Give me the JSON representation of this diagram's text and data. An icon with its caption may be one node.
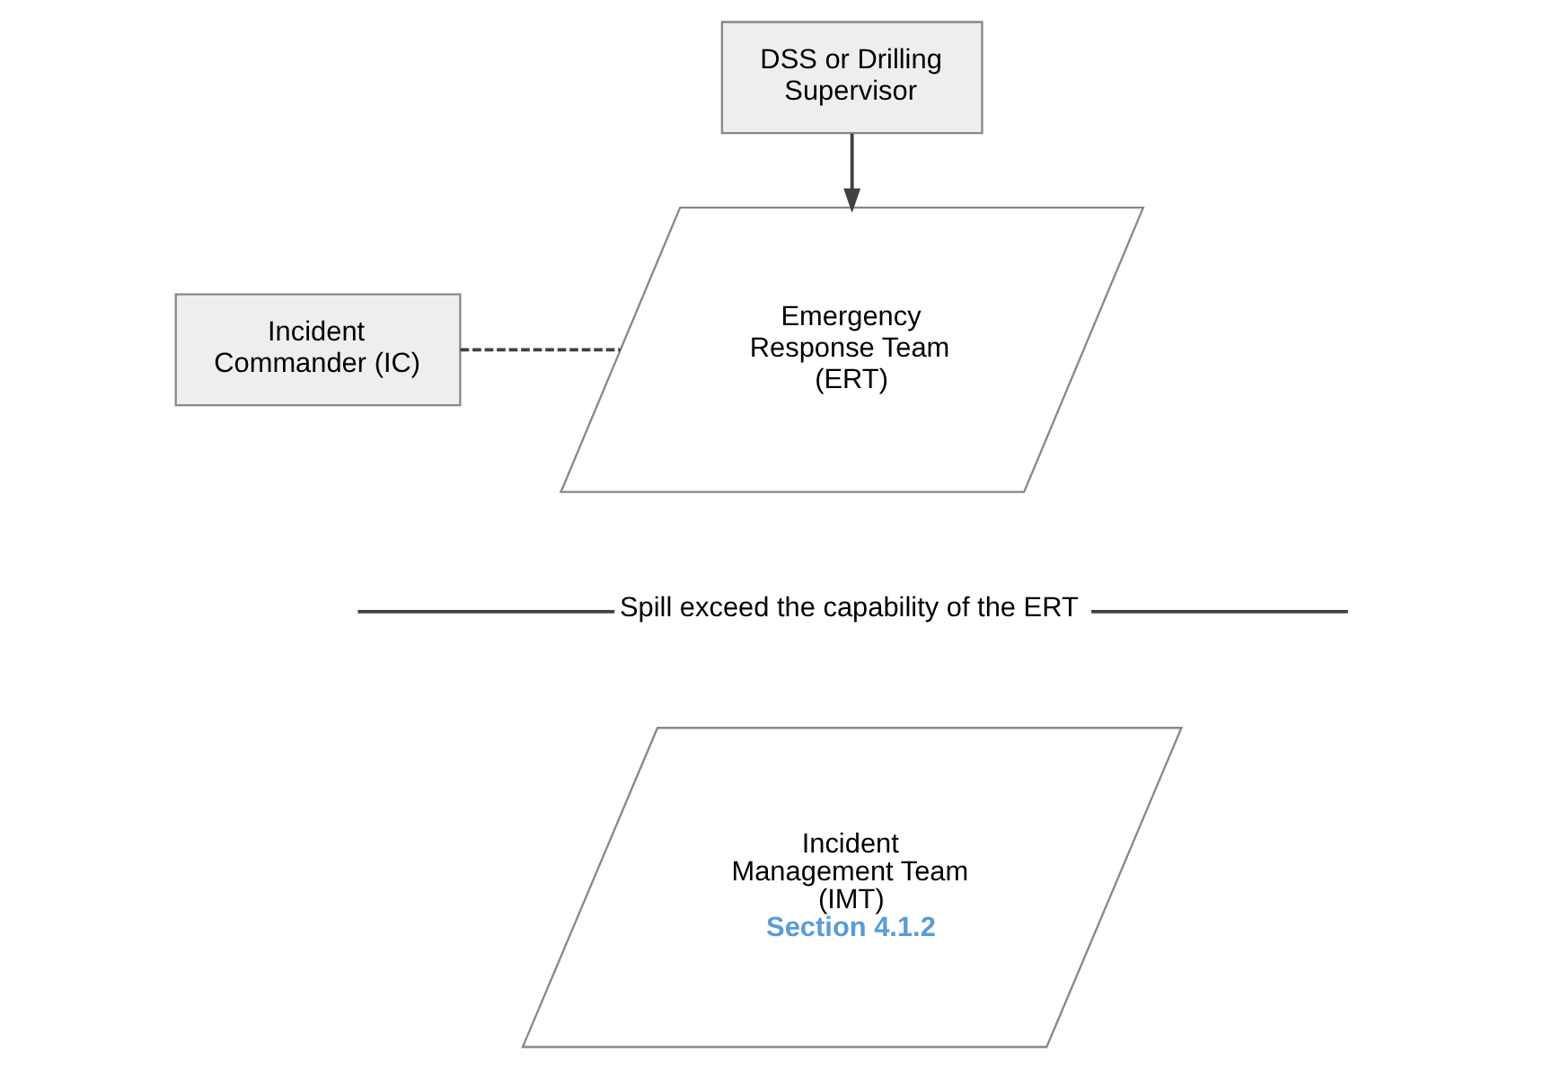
{
  "diagram": {
    "nodes": [
      {
        "text": [
          "DSS or Drilling Supervisor"
        ]
      },
      {
        "text": [
          "Incident Commander (IC)"
        ]
      },
      {
        "text": [
          "Emergency Response Team (ERT)"
        ]
      },
      {
        "text": [
          "Incident Management Team (IMT)",
          "Section 4.1.2"
        ]
      }
    ],
    "edges": [
      {
        "from": 0,
        "to": 2,
        "arrow": "to"
      },
      {
        "from": 1,
        "to": 2,
        "arrow": "none",
        "style": "dashed"
      }
    ],
    "labels": [
      "Spill exceed the capability of the ERT"
    ]
  }
}
